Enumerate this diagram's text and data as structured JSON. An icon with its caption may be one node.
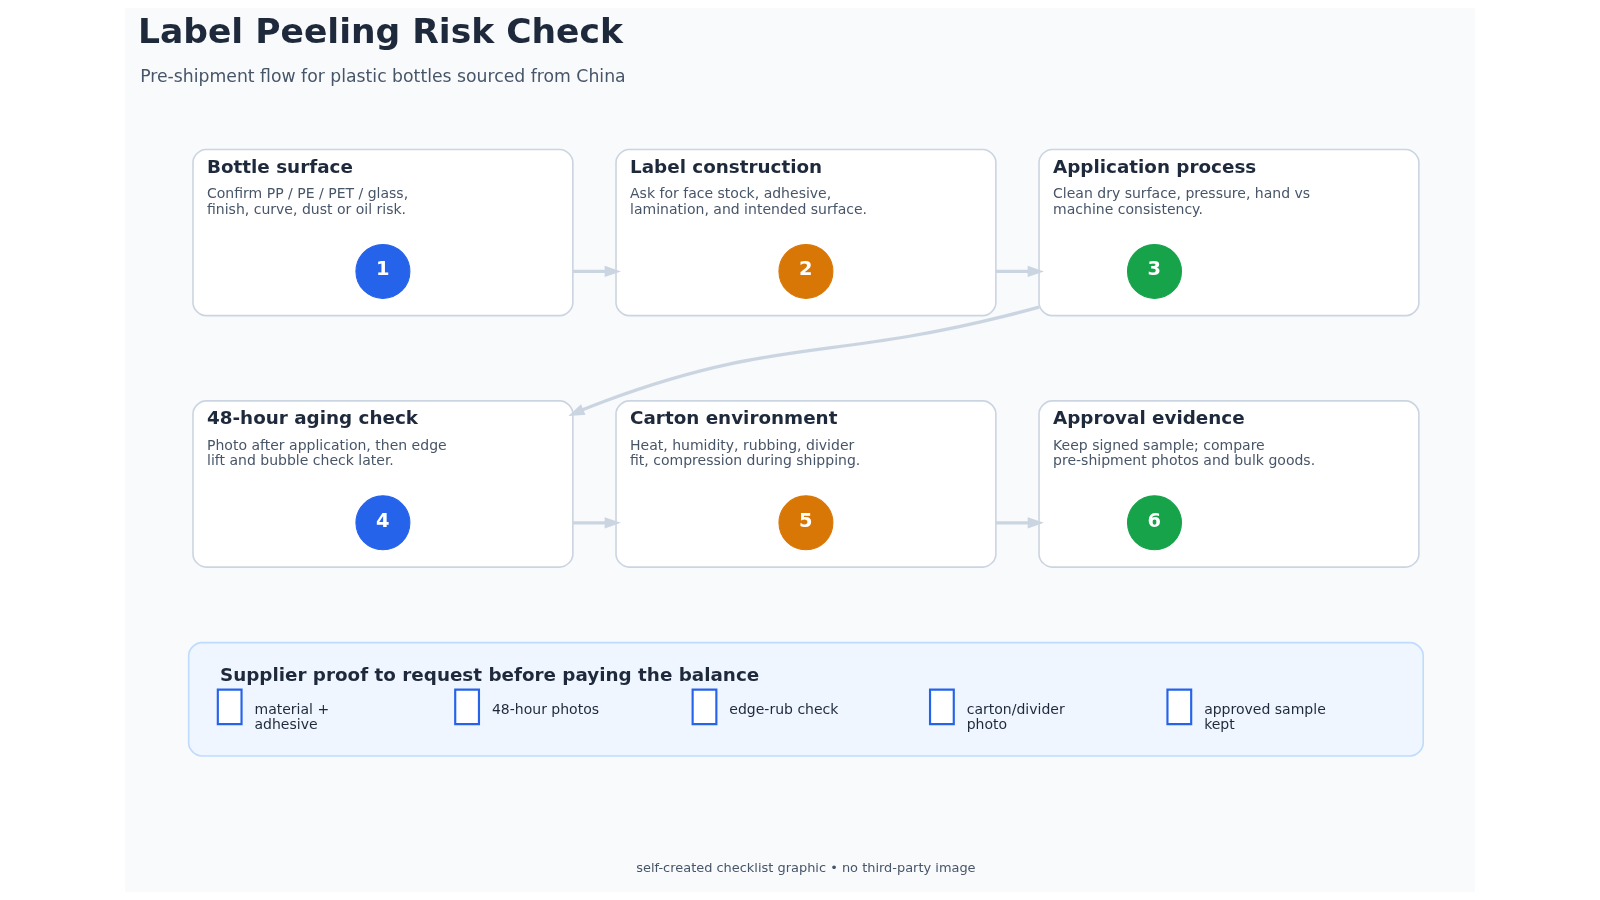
{
  "diagram": {
    "title": "Label Peeling Risk Check",
    "caption": "self-created checklist graphic • no third-party image",
    "nodes": [
      {
        "text": [
          "Bottle surface",
          "Confirm PP / PE / PET / glass, finish, curve, dust or oil risk."
        ]
      },
      {
        "text": [
          "1"
        ],
        "in": 0
      },
      {
        "text": [
          "Label construction",
          "Ask for face stock, adhesive, lamination, and intended surface."
        ]
      },
      {
        "text": [
          "2"
        ],
        "in": 2
      },
      {
        "text": [
          "Application process",
          "Clean dry surface, pressure, hand vs machine consistency."
        ]
      },
      {
        "text": [
          "3"
        ],
        "in": 4
      },
      {
        "text": [
          "48-hour aging check",
          "Photo after application, then edge lift and bubble check later."
        ]
      },
      {
        "text": [
          "4"
        ],
        "in": 6
      },
      {
        "text": [
          "Carton environment",
          "Heat, humidity, rubbing, divider fit, compression during shipping."
        ]
      },
      {
        "text": [
          "5"
        ],
        "in": 8
      },
      {
        "text": [
          "Approval evidence",
          "Keep signed sample; compare pre-shipment photos and bulk goods."
        ]
      },
      {
        "text": [
          "6"
        ],
        "in": 10
      },
      {
        "text": [
          "Supplier proof to request before paying the balance",
          "material + adhesive",
          "48-hour photos",
          "edge-rub check",
          "carton/divider photo",
          "approved sample kept"
        ]
      }
    ],
    "edges": [
      {
        "from": 0,
        "to": 2,
        "arrow": "to"
      },
      {
        "from": 2,
        "to": 4,
        "arrow": "to"
      },
      {
        "from": 4,
        "to": 6,
        "arrow": "to"
      },
      {
        "from": 6,
        "to": 8,
        "arrow": "to"
      },
      {
        "from": 8,
        "to": 10,
        "arrow": "to"
      }
    ],
    "labels": [
      "Pre-shipment flow for plastic bottles sourced from China"
    ]
  }
}
